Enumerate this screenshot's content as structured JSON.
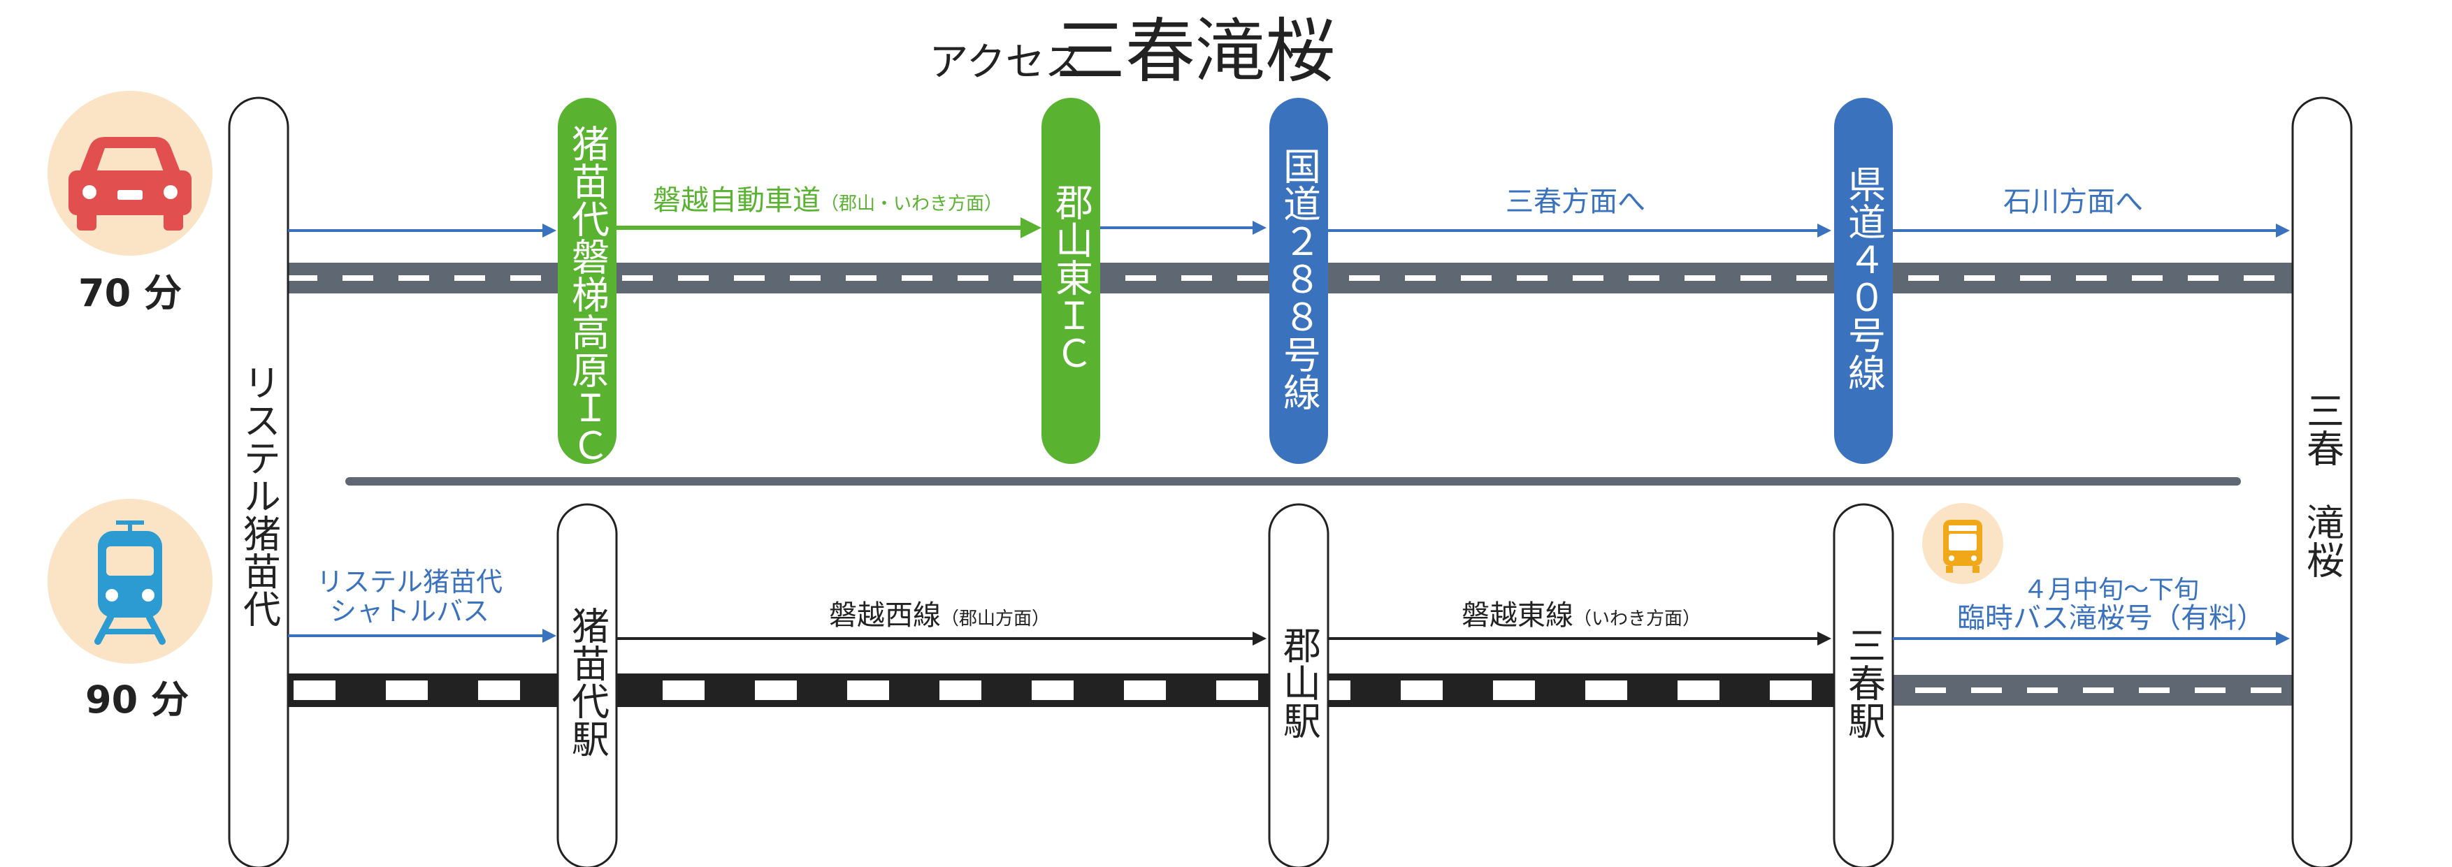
{
  "title": {
    "prefix": "アクセス",
    "main": "三春滝桜"
  },
  "colors": {
    "car_red": "#E24F4F",
    "train_blue": "#2B9BD2",
    "bus_orange": "#F0A818",
    "icon_bg": "#FBE3C6",
    "green": "#59B230",
    "blue": "#3A72BE",
    "road_gray": "#5F6872",
    "rail_black": "#222222",
    "text_dark": "#222222"
  },
  "car_route": {
    "icon": "car-icon",
    "time": "70 分",
    "stops": [
      {
        "label": "猪苗代磐梯高原ＩＣ",
        "type": "green"
      },
      {
        "label": "郡山東ＩＣ",
        "type": "green"
      },
      {
        "label": "国道２８８号線",
        "type": "blue"
      },
      {
        "label": "県道４０号線",
        "type": "blue"
      }
    ],
    "segments": [
      {
        "text": "",
        "sub": ""
      },
      {
        "text": "磐越自動車道",
        "sub": "（郡山・いわき方面）"
      },
      {
        "text": "",
        "sub": ""
      },
      {
        "text": "三春方面へ",
        "sub": ""
      },
      {
        "text": "石川方面へ",
        "sub": ""
      }
    ]
  },
  "train_route": {
    "icon": "train-icon",
    "time": "90 分",
    "stations": [
      "猪苗代駅",
      "郡山駅",
      "三春駅"
    ],
    "segments": [
      {
        "text": "リステル猪苗代",
        "text2": "シャトルバス",
        "sub": ""
      },
      {
        "text": "磐越西線",
        "sub": "（郡山方面）"
      },
      {
        "text": "磐越東線",
        "sub": "（いわき方面）"
      },
      {
        "text": "４月中旬〜下旬",
        "text2": "臨時バス滝桜号（有料）",
        "sub": ""
      }
    ],
    "bus_icon": "bus-icon"
  },
  "start": {
    "label": "リステル猪苗代"
  },
  "end": {
    "label_top": "三春",
    "label_bottom": "滝桜"
  }
}
